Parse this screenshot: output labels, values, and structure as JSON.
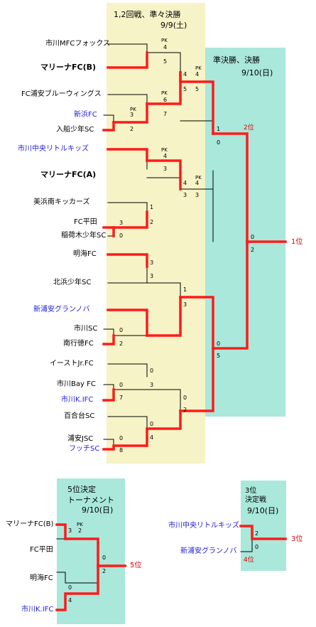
{
  "headers": {
    "round12": "1,2回戦、準々決勝",
    "round12_date": "9/9(土)",
    "semis": "準決勝、決勝",
    "semis_date": "9/10(日)",
    "fifth": [
      "5位決定",
      "トーナメント"
    ],
    "fifth_date": "9/10(日)",
    "third": [
      "3位",
      "決定戦"
    ],
    "third_date": "9/10(日)"
  },
  "teams": [
    "市川MFCフォックス",
    "マリーナFC(B)",
    "FC浦安ブルーウィングス",
    "新浜FC",
    "入船少年SC",
    "市川中央リトルキッズ",
    "マリーナFC(A)",
    "美浜南キッカーズ",
    "FC平田",
    "稲荷木少年SC",
    "明海FC",
    "北浜少年SC",
    "新浦安グランノバ",
    "市川SC",
    "南行徳FC",
    "イーストJr.FC",
    "市川Bay FC",
    "市川K.IFC",
    "百合台SC",
    "浦安JSC",
    "フッチSC"
  ],
  "fifth_teams": [
    "マリーナFC(B)",
    "FC平田",
    "明海FC",
    "市川K.IFC"
  ],
  "third_teams": [
    "市川中央リトルキッズ",
    "新浦安グランノバ"
  ],
  "scores": {
    "m1": [
      "4",
      "5"
    ],
    "m2": [
      "3",
      "2"
    ],
    "m3": [
      "6",
      "7"
    ],
    "m4": [
      "4",
      "3"
    ],
    "m5": [
      "1",
      "2"
    ],
    "m6": [
      "3",
      "0"
    ],
    "m7": [
      "3",
      "3"
    ],
    "m8": [
      "0",
      "2"
    ],
    "m9": [
      "0",
      "3"
    ],
    "m10": [
      "0",
      "7"
    ],
    "m11": [
      "0",
      "4"
    ],
    "m12": [
      "0",
      "8"
    ],
    "q1": [
      "4",
      "5"
    ],
    "q2": [
      "4",
      "3"
    ],
    "q3": [
      "1",
      "3"
    ],
    "q4": [
      "0",
      "2"
    ],
    "s1": [
      "1",
      "0"
    ],
    "s2": [
      "0",
      "5"
    ],
    "f": [
      "0",
      "2"
    ],
    "f5a": [
      "3",
      "2"
    ],
    "f5b": [
      "0",
      "4"
    ],
    "f5c": [
      "0",
      "2"
    ],
    "t3": [
      "2",
      "0"
    ]
  },
  "pk_label": "PK",
  "ranks": {
    "first": "1位",
    "second": "2位",
    "third": "3位",
    "fourth": "4位",
    "fifth": "5位"
  },
  "colors": {
    "line_red": "#ff1a1a",
    "line_black": "#000000",
    "yellow_panel": "#f6f3c6",
    "mint_panel": "#a9e8db",
    "blue_team": "#1d1dd8",
    "rank_red": "#e00000"
  }
}
